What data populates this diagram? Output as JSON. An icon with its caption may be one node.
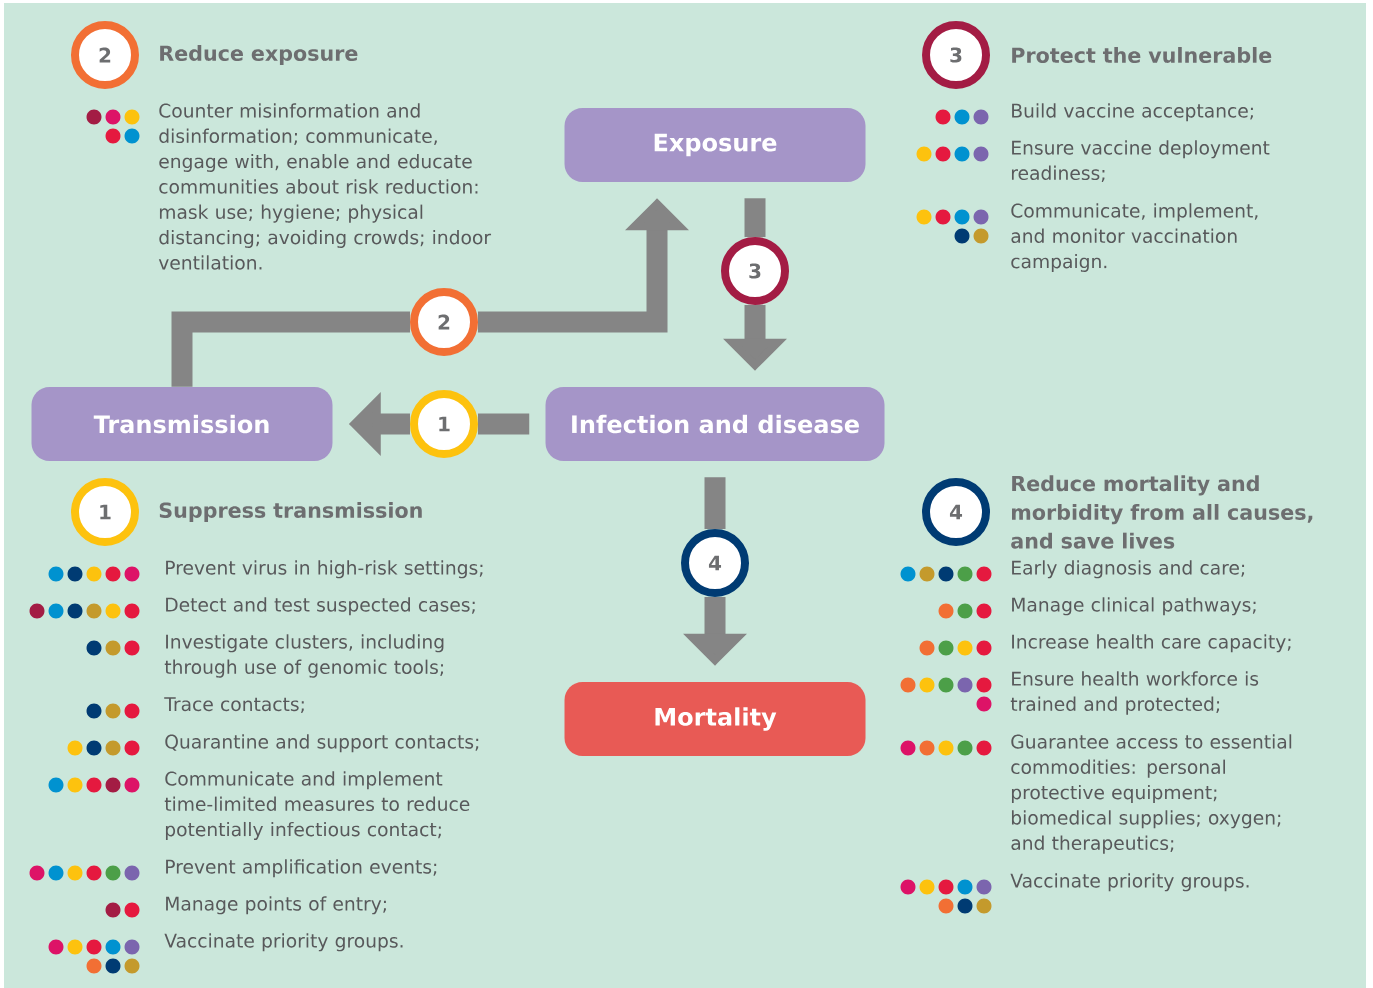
{
  "diagram": {
    "nodes": [
      {
        "text": [
          "2",
          "Reduce exposure"
        ]
      },
      {
        "text": [
          "3",
          "Protect the vulnerable"
        ]
      },
      {
        "text": [
          "Exposure"
        ]
      },
      {
        "text": [
          "Transmission"
        ]
      },
      {
        "text": [
          "Infection and disease"
        ]
      },
      {
        "text": [
          "1",
          "Suppress transmission"
        ]
      },
      {
        "text": [
          "4",
          "Reduce mortality and morbidity from all causes, and save lives"
        ]
      },
      {
        "text": [
          "Mortality"
        ]
      },
      {
        "text": [
          "3"
        ]
      },
      {
        "text": [
          "2"
        ]
      },
      {
        "text": [
          "1"
        ]
      },
      {
        "text": [
          "4"
        ]
      }
    ],
    "edges": [
      {
        "from": 4,
        "to": 10,
        "arrow": "none"
      },
      {
        "from": 10,
        "to": 3,
        "arrow": "to"
      },
      {
        "from": 3,
        "to": 9,
        "arrow": "none"
      },
      {
        "from": 9,
        "to": 2,
        "arrow": "to"
      },
      {
        "from": 2,
        "to": 8,
        "arrow": "none"
      },
      {
        "from": 8,
        "to": 4,
        "arrow": "to"
      },
      {
        "from": 4,
        "to": 11,
        "arrow": "none"
      },
      {
        "from": 11,
        "to": 7,
        "arrow": "to"
      }
    ],
    "labels": [
      "Counter misinformation and disinformation; communicate, engage with, enable and educate communities about risk reduction: mask use; hygiene; physical distancing; avoiding crowds; indoor ventilation.",
      "Build vaccine acceptance;",
      "Ensure vaccine deployment readiness;",
      "Communicate, implement, and monitor vaccination campaign.",
      "Prevent virus in high-risk settings;",
      "Detect and test suspected cases;",
      "Investigate clusters, including through use of genomic tools;",
      "Trace contacts;",
      "Quarantine and support contacts;",
      "Communicate and implement time-limited measures to reduce potentially infectious contact;",
      "Prevent amplification events;",
      "Manage points of entry;",
      "Vaccinate priority groups.",
      "Early diagnosis and care;",
      "Manage clinical pathways;",
      "Increase health care capacity;",
      "Ensure health workforce is trained and protected;",
      "Guarantee access to essential commodities: personal protective equipment; biomedical supplies; oxygen; and therapeutics;",
      "Vaccinate priority groups."
    ]
  }
}
